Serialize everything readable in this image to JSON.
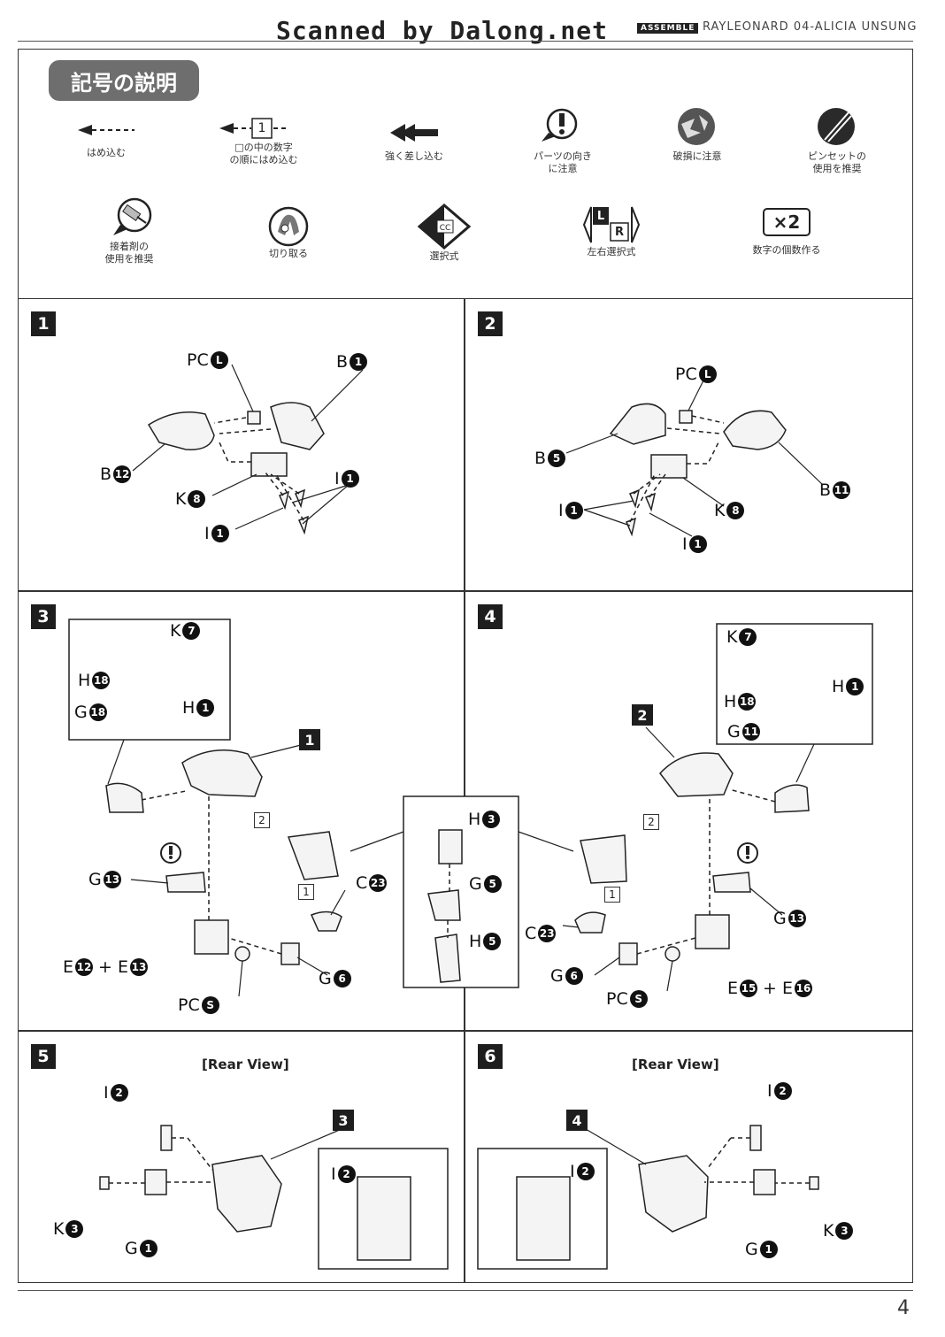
{
  "header": {
    "scanner": "Scanned by Dalong.net",
    "assemble": "ASSEMBLE",
    "model": "RAYLEONARD 04-ALICIA UNSUNG"
  },
  "legend": {
    "title": "記号の説明",
    "items": [
      {
        "label": "はめ込む",
        "icon": "dashed-arrow-icon"
      },
      {
        "label": "□の中の数字\nの順にはめ込む",
        "icon": "numbered-arrow-icon",
        "num": "1"
      },
      {
        "label": "強く差し込む",
        "icon": "double-arrow-icon"
      },
      {
        "label": "パーツの向き\nに注意",
        "icon": "exclamation-icon"
      },
      {
        "label": "破損に注意",
        "icon": "breakage-icon"
      },
      {
        "label": "ピンセットの\n使用を推奨",
        "icon": "tweezers-icon"
      },
      {
        "label": "接着剤の\n使用を推奨",
        "icon": "glue-icon"
      },
      {
        "label": "切り取る",
        "icon": "cutter-icon"
      },
      {
        "label": "選択式",
        "icon": "choice-icon"
      },
      {
        "label": "左右選択式",
        "icon": "left-right-icon",
        "l": "L",
        "r": "R"
      },
      {
        "label": "数字の個数作る",
        "icon": "multiply-icon",
        "mult": "×2"
      }
    ]
  },
  "steps": [
    {
      "num": "1",
      "labels": [
        {
          "p": "PC",
          "n": "L"
        },
        {
          "p": "B",
          "n": "1"
        },
        {
          "p": "B",
          "n": "12"
        },
        {
          "p": "I",
          "n": "1"
        },
        {
          "p": "K",
          "n": "8"
        },
        {
          "p": "I",
          "n": "1"
        }
      ]
    },
    {
      "num": "2",
      "labels": [
        {
          "p": "PC",
          "n": "L"
        },
        {
          "p": "B",
          "n": "5"
        },
        {
          "p": "B",
          "n": "11"
        },
        {
          "p": "I",
          "n": "1"
        },
        {
          "p": "K",
          "n": "8"
        },
        {
          "p": "I",
          "n": "1"
        }
      ]
    },
    {
      "num": "3",
      "ref": "1",
      "labels": [
        {
          "p": "K",
          "n": "7"
        },
        {
          "p": "H",
          "n": "18"
        },
        {
          "p": "H",
          "n": "1"
        },
        {
          "p": "G",
          "n": "18"
        },
        {
          "p": "G",
          "n": "13"
        },
        {
          "p": "C",
          "n": "23"
        },
        {
          "p": "G",
          "n": "6"
        },
        {
          "p": "PC",
          "n": "S"
        }
      ],
      "combo": {
        "a": "E",
        "an": "12",
        "plus": "+",
        "b": "E",
        "bn": "13"
      },
      "order": [
        "2",
        "1"
      ]
    },
    {
      "num": "4",
      "ref": "2",
      "labels": [
        {
          "p": "K",
          "n": "7"
        },
        {
          "p": "H",
          "n": "1"
        },
        {
          "p": "H",
          "n": "18"
        },
        {
          "p": "G",
          "n": "11"
        },
        {
          "p": "G",
          "n": "13"
        },
        {
          "p": "C",
          "n": "23"
        },
        {
          "p": "G",
          "n": "6"
        },
        {
          "p": "PC",
          "n": "S"
        }
      ],
      "combo": {
        "a": "E",
        "an": "15",
        "plus": "+",
        "b": "E",
        "bn": "16"
      },
      "order": [
        "2",
        "1"
      ]
    },
    {
      "num": "5",
      "ref": "3",
      "rear": "[Rear View]",
      "labels": [
        {
          "p": "I",
          "n": "2"
        },
        {
          "p": "K",
          "n": "3"
        },
        {
          "p": "G",
          "n": "1"
        },
        {
          "p": "I",
          "n": "2"
        }
      ]
    },
    {
      "num": "6",
      "ref": "4",
      "rear": "[Rear View]",
      "labels": [
        {
          "p": "I",
          "n": "2"
        },
        {
          "p": "K",
          "n": "3"
        },
        {
          "p": "G",
          "n": "1"
        },
        {
          "p": "I",
          "n": "2"
        }
      ]
    }
  ],
  "shared_callout": {
    "labels": [
      {
        "p": "H",
        "n": "3"
      },
      {
        "p": "G",
        "n": "5"
      },
      {
        "p": "H",
        "n": "5"
      }
    ]
  },
  "page_number": "4"
}
